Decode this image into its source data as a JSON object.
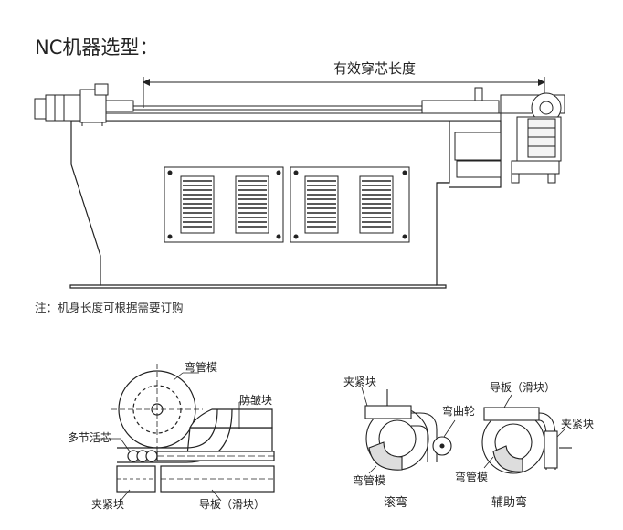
{
  "title": "NC机器选型：",
  "machine": {
    "dimension_label": "有效穿芯长度",
    "note": "注：机身长度可根据需要订购"
  },
  "detail_left": {
    "labels": {
      "bend_die": "弯管模",
      "wiper": "防皱块",
      "mandrel": "多节活芯",
      "clamp": "夹紧块",
      "pressure_die": "导板（滑块）"
    }
  },
  "detail_right": {
    "labels": {
      "clamp_left": "夹紧块",
      "bend_wheel": "弯曲轮",
      "bend_die_left": "弯管模",
      "pressure_die": "导板（滑块）",
      "clamp_right": "夹紧块",
      "bend_die_right": "弯管模"
    },
    "captions": {
      "roll": "滚弯",
      "assist": "辅助弯"
    }
  }
}
